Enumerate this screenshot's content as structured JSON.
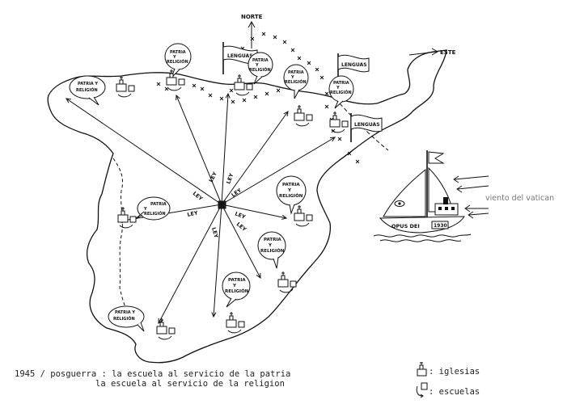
{
  "compass": {
    "north": "NORTE",
    "east": "ESTE"
  },
  "flags": {
    "label": "LENGUAS"
  },
  "ley": "LEY",
  "bubble": {
    "line1": "PATRIA",
    "line2": "Y",
    "line3": "RELIGIÓN",
    "short_line1": "PATRIA Y",
    "short_line2": "RELIGIÓN"
  },
  "boat": {
    "hull_label": "OPUS DEI",
    "year": "1930",
    "wind": "viento del vatican"
  },
  "caption": {
    "line1": "1945 / posguerra : la escuela al servicio de la patria",
    "line2": "la escuela al servicio de la religion"
  },
  "legend": {
    "churches": ": iglesias",
    "schools": ": escuelas"
  }
}
